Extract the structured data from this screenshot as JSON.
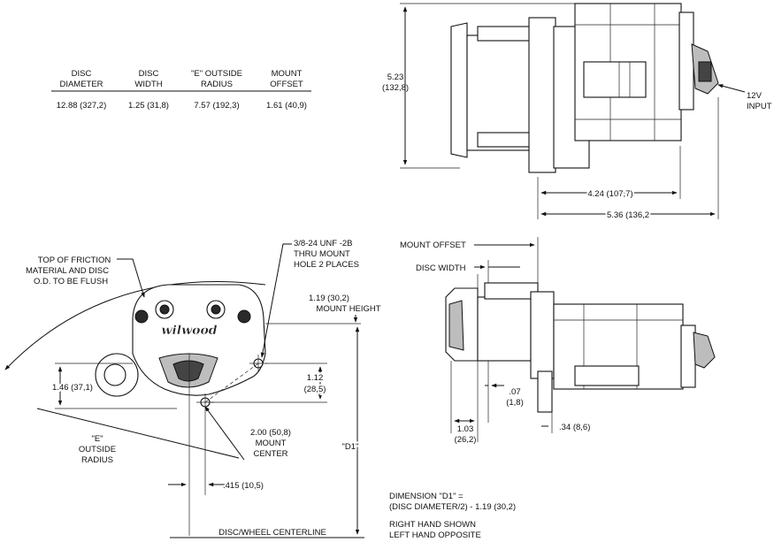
{
  "spec_table": {
    "headers": [
      [
        "DISC",
        "DIAMETER"
      ],
      [
        "DISC",
        "WIDTH"
      ],
      [
        "\"E\" OUTSIDE",
        "RADIUS"
      ],
      [
        "MOUNT",
        "OFFSET"
      ]
    ],
    "row": [
      "12.88  (327,2)",
      "1.25  (31,8)",
      "7.57  (192,3)",
      "1.61  (40,9)"
    ]
  },
  "top_view": {
    "height_dim": [
      "5.23",
      "(132,8)"
    ],
    "input_label": [
      "12V",
      "INPUT"
    ],
    "dim_1": "4.24 (107,7)",
    "dim_2": "5.36 (136,2"
  },
  "front_view": {
    "logo": "wilwood",
    "friction_note": [
      "TOP OF FRICTION",
      "MATERIAL AND DISC",
      "O.D. TO BE FLUSH"
    ],
    "thread_note": [
      "3/8-24 UNF -2B",
      "THRU MOUNT",
      "HOLE 2 PLACES"
    ],
    "mount_height": [
      "1.19 (30,2)",
      "MOUNT HEIGHT"
    ],
    "dim_112": [
      "1.12",
      "(28,5)"
    ],
    "dim_146": "1.46 (37,1)",
    "mount_center": [
      "2.00 (50,8)",
      "MOUNT",
      "CENTER"
    ],
    "e_radius": [
      "\"E\"",
      "OUTSIDE",
      "RADIUS"
    ],
    "dim_415": ".415 (10,5)",
    "d1": "\"D1\"",
    "centerline": "DISC/WHEEL CENTERLINE"
  },
  "side_view": {
    "mount_offset": "MOUNT OFFSET",
    "disc_width": "DISC WIDTH",
    "dim_07": [
      ".07",
      "(1,8)"
    ],
    "dim_103": [
      "1.03",
      "(26,2)"
    ],
    "dim_34": ".34 (8,6)"
  },
  "notes": {
    "dimension_d1": [
      "DIMENSION \"D1\" =",
      "(DISC DIAMETER/2) - 1.19 (30,2)"
    ],
    "hand": [
      "RIGHT HAND SHOWN",
      "LEFT HAND OPPOSITE"
    ]
  }
}
